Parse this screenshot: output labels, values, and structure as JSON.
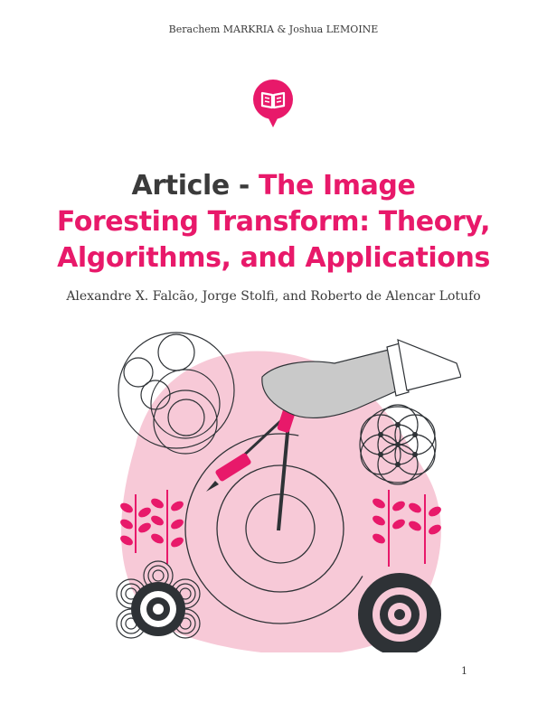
{
  "header": {
    "authors": "Berachem MARKRIA & Joshua LEMOINE"
  },
  "logo": {
    "icon": "open-book-icon",
    "color": "#e8196a"
  },
  "title": {
    "prefix": "Article - ",
    "accent_line1": "The Image",
    "accent_line2": "Foresting Transform: Theory,",
    "accent_line3": "Algorithms, and Applications"
  },
  "paper_authors": "Alexandre X. Falcão, Jorge Stolfi, and Roberto de Alencar Lotufo",
  "illustration": {
    "icon": "geometry-compass-illustration"
  },
  "page_number": "1",
  "colors": {
    "accent": "#e8196a",
    "blob": "#f7c9d7",
    "dark": "#2e3236",
    "grey": "#c9c9c9"
  }
}
